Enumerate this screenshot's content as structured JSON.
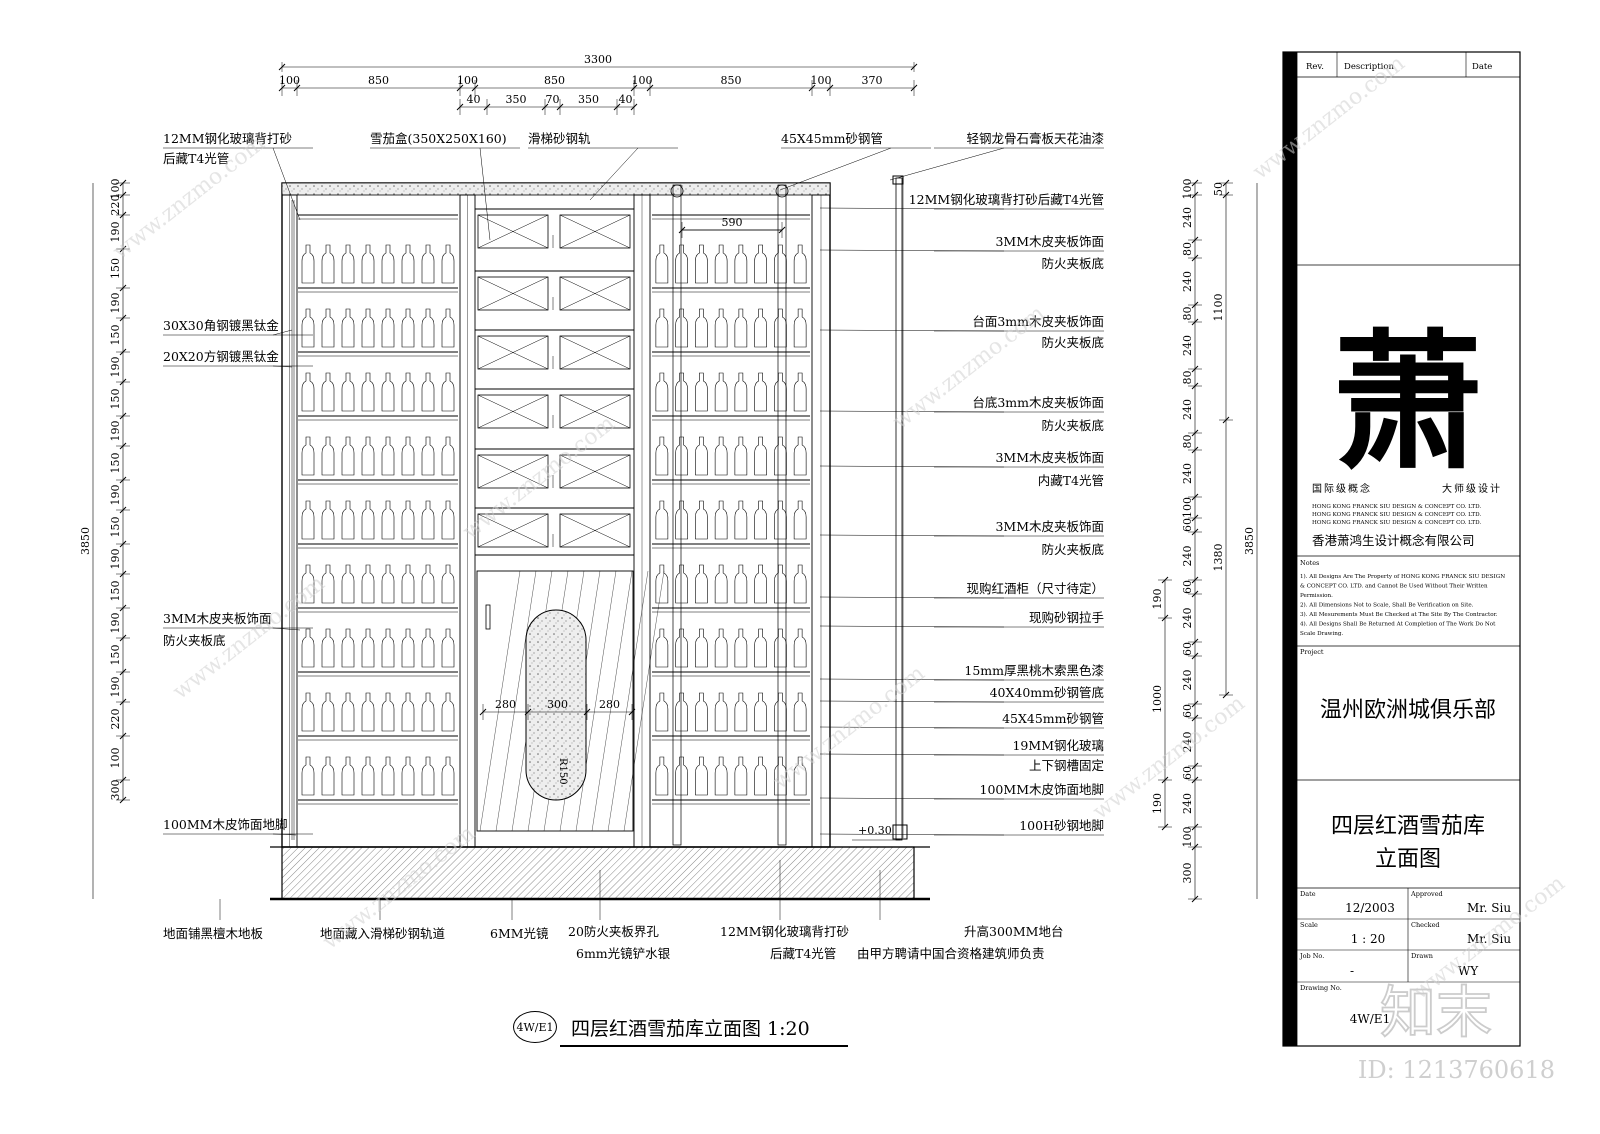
{
  "drawing": {
    "title": "四层红酒雪茄库立面图 1:20",
    "ref": "4W/E1",
    "top_dims": {
      "overall": "3300",
      "row1": [
        "100",
        "850",
        "100",
        "850",
        "100",
        "850",
        "100",
        "370"
      ],
      "row2": [
        "40",
        "350",
        "70",
        "350",
        "40"
      ],
      "inner": "590"
    },
    "left_dims": {
      "overall": "3850",
      "segments": [
        "100",
        "220",
        "190",
        "150",
        "190",
        "150",
        "190",
        "150",
        "190",
        "150",
        "190",
        "150",
        "190",
        "150",
        "190",
        "150",
        "190",
        "220",
        "100",
        "300"
      ]
    },
    "right_dims": {
      "overall": "3850",
      "col_a": [
        "100",
        "240",
        "80",
        "240",
        "80",
        "240",
        "80",
        "240",
        "80",
        "240",
        "100",
        "60",
        "240",
        "60",
        "240",
        "60",
        "240",
        "60",
        "240",
        "60",
        "240",
        "100",
        "300"
      ],
      "col_b": [
        "50",
        "1100",
        "1380"
      ],
      "col_c": [
        "190",
        "1000",
        "190"
      ]
    },
    "level_mark": "+0.30",
    "radius_label": "R150",
    "door_dims": [
      "280",
      "300",
      "280"
    ],
    "labels_top": [
      "12MM钢化玻璃背打砂",
      "后藏T4光管",
      "雪茄盒(350X250X160)",
      "滑梯砂钢轨",
      "45X45mm砂钢管",
      "轻钢龙骨石膏板天花油漆"
    ],
    "labels_left": [
      "30X30角钢镀黑钛金",
      "20X20方钢镀黑钛金",
      "3MM木皮夹板饰面",
      "防火夹板底",
      "100MM木皮饰面地脚"
    ],
    "labels_right": [
      "12MM钢化玻璃背打砂后藏T4光管",
      "3MM木皮夹板饰面",
      "防火夹板底",
      "台面3mm木皮夹板饰面",
      "防火夹板底",
      "台底3mm木皮夹板饰面",
      "防火夹板底",
      "3MM木皮夹板饰面",
      "内藏T4光管",
      "3MM木皮夹板饰面",
      "防火夹板底",
      "现购红酒柜（尺寸待定）",
      "现购砂钢拉手",
      "15mm厚黑桃木索黑色漆",
      "40X40mm砂钢管底",
      "45X45mm砂钢管",
      "19MM钢化玻璃",
      "上下钢槽固定",
      "100MM木皮饰面地脚",
      "100H砂钢地脚"
    ],
    "labels_bottom": [
      "地面铺黑檀木地板",
      "地面藏入滑梯砂钢轨道",
      "6MM光镜",
      "20防火夹板界孔",
      "6mm光镜铲水银",
      "12MM钢化玻璃背打砂",
      "后藏T4光管",
      "升高300MM地台",
      "由甲方聘请中国合资格建筑师负责"
    ]
  },
  "title_block": {
    "rev_header": [
      "Rev.",
      "Description",
      "Date"
    ],
    "logo_char": "萧",
    "slogan_left": "国际级概念",
    "slogan_right": "大师级设计",
    "company_en": [
      "HONG KONG FRANCK SIU DESIGN & CONCEPT CO. LTD.",
      "HONG KONG FRANCK SIU DESIGN & CONCEPT CO. LTD.",
      "HONG KONG FRANCK SIU DESIGN & CONCEPT CO. LTD."
    ],
    "company_cn": "香港萧鸿生设计概念有限公司",
    "notes_title": "Notes",
    "notes": [
      "1). All Designs Are The Property of HONG KONG FRANCK SIU DESIGN",
      "& CONCEPT CO. LTD. and Cannot Be Used Without Their Written",
      "Permission.",
      "2). All Dimensions Not to Scale, Shall Be Verification on Site.",
      "3). All Mesurements Must Be Checked at The Site By The Contractor.",
      "4). All Designs Shall Be Returned At Completion of The Work Do Not",
      "Scale Drawing."
    ],
    "project_label": "Project",
    "project": "温州欧洲城俱乐部",
    "sheet_title_1": "四层红酒雪茄库",
    "sheet_title_2": "立面图",
    "date_label": "Date",
    "date": "12/2003",
    "approved_label": "Approved",
    "approved": "Mr. Siu",
    "scale_label": "Scale",
    "scale": "1 : 20",
    "checked_label": "Checked",
    "checked": "Mr. Siu",
    "jobno_label": "Job No.",
    "jobno": "-",
    "drawn_label": "Drawn",
    "drawn": "WY",
    "drawingno_label": "Drawing No.",
    "drawingno": "4W/E1"
  },
  "watermark": {
    "text": "www.znzmo.com",
    "brand": "知末",
    "id": "ID: 1213760618"
  }
}
